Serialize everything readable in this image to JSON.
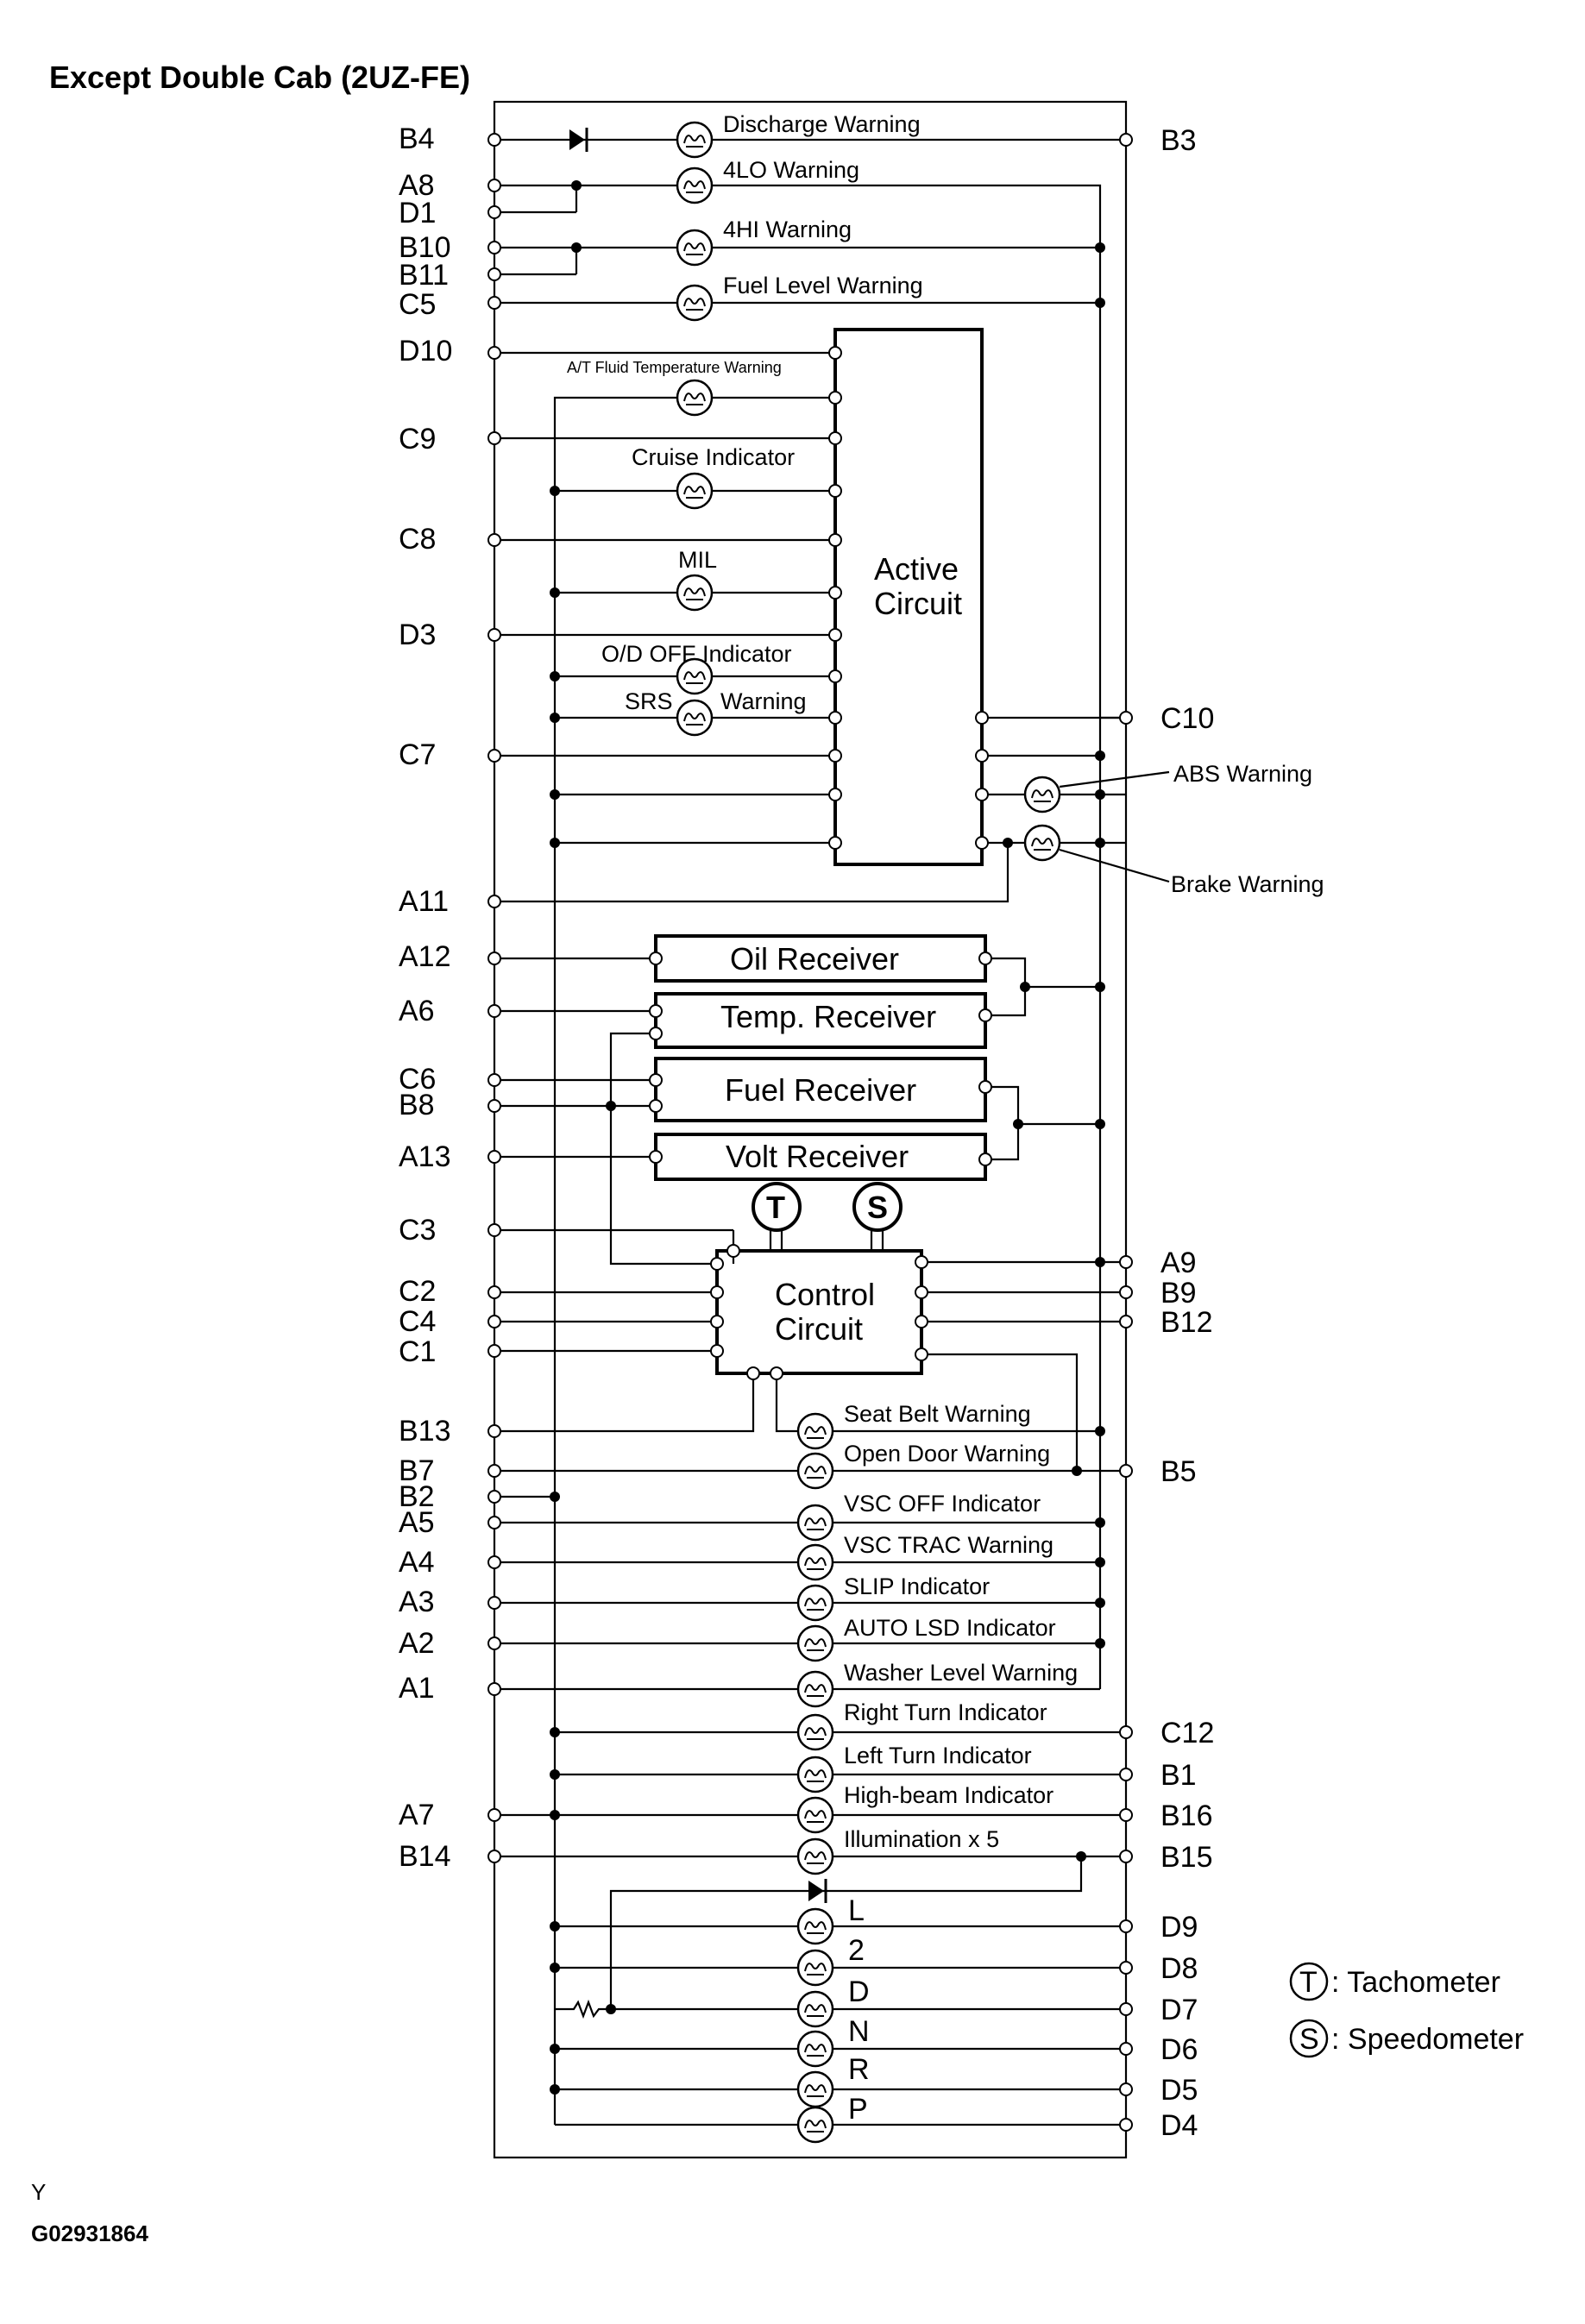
{
  "title": "Except Double Cab (2UZ-FE)",
  "footer": {
    "code_letter": "Y",
    "figure_id": "G02931864"
  },
  "left_terminals": [
    "B4",
    "A8",
    "D1",
    "B10",
    "B11",
    "C5",
    "D10",
    "C9",
    "C8",
    "D3",
    "C7",
    "A11",
    "A12",
    "A6",
    "C6",
    "B8",
    "A13",
    "C3",
    "C2",
    "C4",
    "C1",
    "B13",
    "B7",
    "B2",
    "A5",
    "A4",
    "A3",
    "A2",
    "A1",
    "A7",
    "B14"
  ],
  "right_terminals": [
    "B3",
    "C10",
    "A9",
    "B9",
    "B12",
    "B5",
    "C12",
    "B1",
    "B16",
    "B15",
    "D9",
    "D8",
    "D7",
    "D6",
    "D5",
    "D4"
  ],
  "top_lamps": [
    "Discharge Warning",
    "4LO Warning",
    "4HI Warning",
    "Fuel Level Warning"
  ],
  "active_lamps": [
    "A/T Fluid Temperature Warning",
    "Cruise Indicator",
    "MIL",
    "O/D OFF Indicator",
    "SRS"
  ],
  "srs_suffix": "Warning",
  "active_circuit": [
    "Active",
    "Circuit"
  ],
  "side_lamps": [
    "ABS Warning",
    "Brake Warning"
  ],
  "receivers": [
    "Oil Receiver",
    "Temp. Receiver",
    "Fuel Receiver",
    "Volt Receiver"
  ],
  "gauges": [
    "T",
    "S"
  ],
  "control_circuit": [
    "Control",
    "Circuit"
  ],
  "bottom_lamps": [
    "Seat Belt Warning",
    "Open Door Warning",
    "VSC OFF Indicator",
    "VSC TRAC Warning",
    "SLIP Indicator",
    "AUTO LSD Indicator",
    "Washer Level Warning",
    "Right Turn Indicator",
    "Left Turn Indicator",
    "High-beam Indicator",
    "Illumination x 5"
  ],
  "shift_lamps": [
    "L",
    "2",
    "D",
    "N",
    "R",
    "P"
  ],
  "legend": [
    {
      "symbol": "T",
      "text": ": Tachometer"
    },
    {
      "symbol": "S",
      "text": ": Speedometer"
    }
  ]
}
